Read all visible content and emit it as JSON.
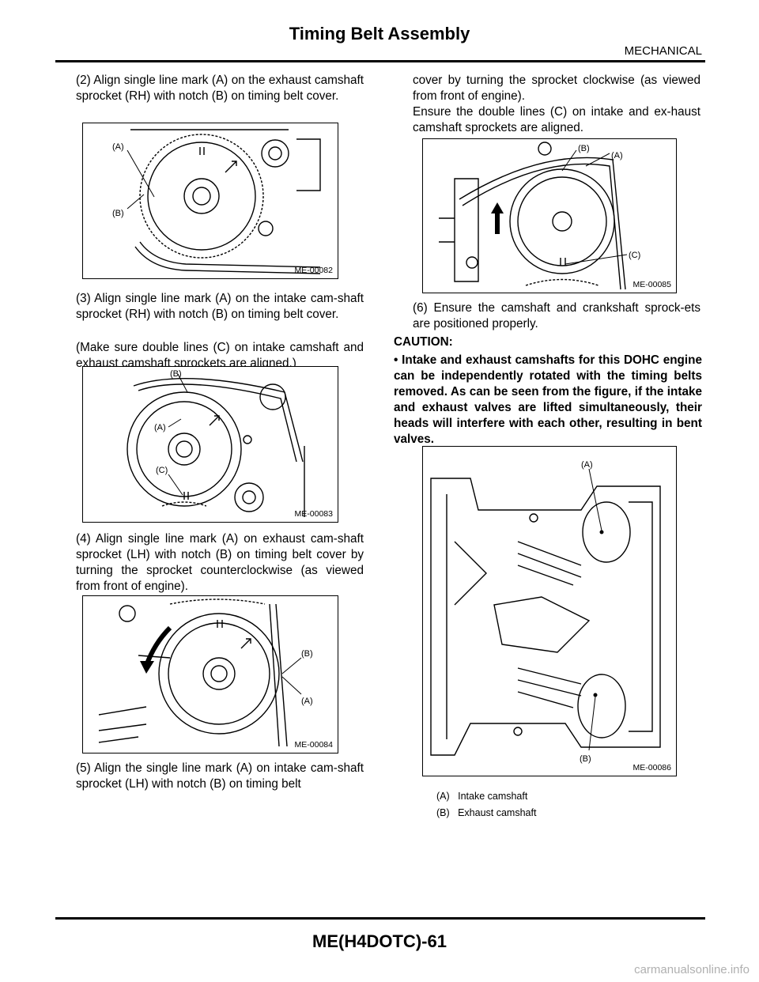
{
  "header": {
    "title": "Timing Belt Assembly",
    "section": "MECHANICAL"
  },
  "footer": {
    "page_code": "ME(H4DOTC)-61",
    "watermark": "carmanualsonline.info"
  },
  "steps": {
    "s2": "(2) Align single line mark (A) on the exhaust camshaft sprocket (RH) with notch (B) on timing belt cover.",
    "s3_line1": "(3) Align single line mark (A) on the intake cam-shaft sprocket (RH) with notch (B) on timing belt cover.",
    "s3_line2": "(Make sure double lines (C) on intake camshaft and exhaust camshaft sprockets are aligned.)",
    "s4": "(4) Align single line mark (A) on exhaust cam-shaft sprocket (LH) with notch (B) on timing belt cover by turning the sprocket counterclockwise (as viewed from front of engine).",
    "s5_part1": "(5) Align the single line mark (A) on intake cam-shaft sprocket (LH) with notch (B) on timing belt",
    "s5_part2": "cover by turning the sprocket clockwise (as viewed from front of engine).",
    "s5_part3": "Ensure the double lines (C) on intake and ex-haust camshaft sprockets are aligned.",
    "s6": "(6) Ensure the camshaft and crankshaft sprock-ets are positioned properly."
  },
  "caution": {
    "title": "CAUTION:",
    "bullet": "•",
    "text": "Intake and exhaust camshafts for this DOHC engine can be independently rotated with the timing belts removed. As can be seen from the figure, if the intake and exhaust valves are lifted simultaneously, their heads will interfere with each other, resulting in bent valves."
  },
  "figures": {
    "f82": {
      "code": "ME-00082",
      "labels": [
        "(A)",
        "(B)"
      ]
    },
    "f83": {
      "code": "ME-00083",
      "labels": [
        "(B)",
        "(A)",
        "(C)"
      ]
    },
    "f84": {
      "code": "ME-00084",
      "labels": [
        "(B)",
        "(A)"
      ]
    },
    "f85": {
      "code": "ME-00085",
      "labels": [
        "(B)",
        "(A)",
        "(C)"
      ]
    },
    "f86": {
      "code": "ME-00086",
      "labels": [
        "(A)",
        "(B)"
      ]
    }
  },
  "legend": [
    {
      "key": "(A)",
      "text": "Intake camshaft"
    },
    {
      "key": "(B)",
      "text": "Exhaust camshaft"
    }
  ]
}
